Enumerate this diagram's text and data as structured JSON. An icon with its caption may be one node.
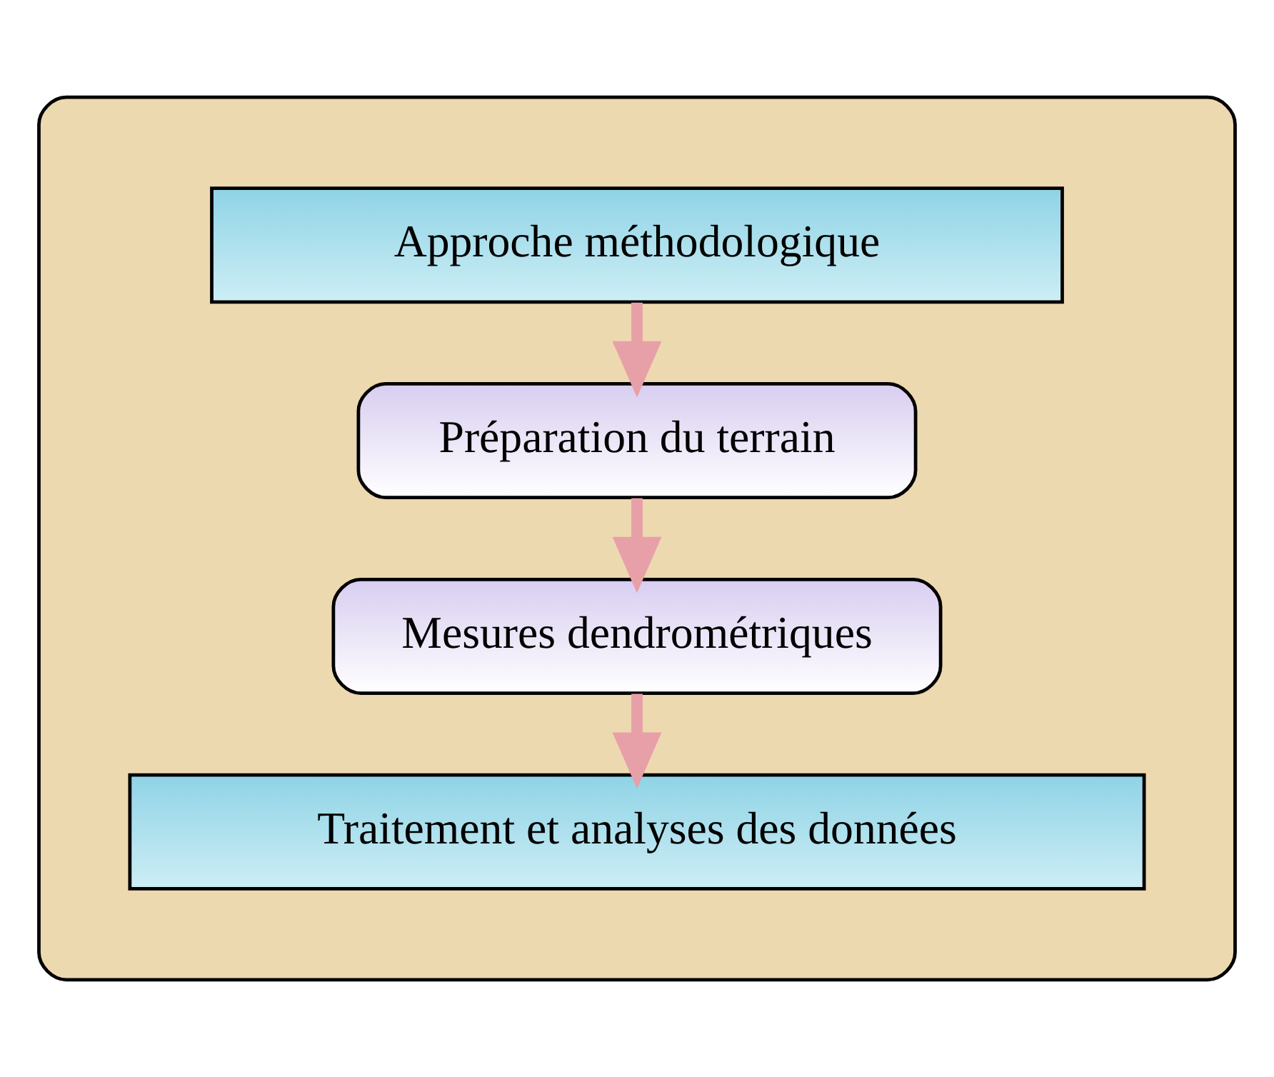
{
  "diagram": {
    "nodes": [
      {
        "text": [],
        "shape": "box"
      },
      {
        "text": [
          "Approche méthodologique"
        ],
        "in": 0
      },
      {
        "text": [
          "Préparation du terrain"
        ],
        "in": 0
      },
      {
        "text": [
          "Mesures dendrométriques"
        ],
        "in": 0
      },
      {
        "text": [
          "Traitement et analyses des données"
        ],
        "in": 0
      }
    ],
    "edges": [
      {
        "from": 1,
        "to": 2,
        "arrow": "to"
      },
      {
        "from": 2,
        "to": 3,
        "arrow": "to"
      },
      {
        "from": 3,
        "to": 4,
        "arrow": "to"
      }
    ]
  }
}
